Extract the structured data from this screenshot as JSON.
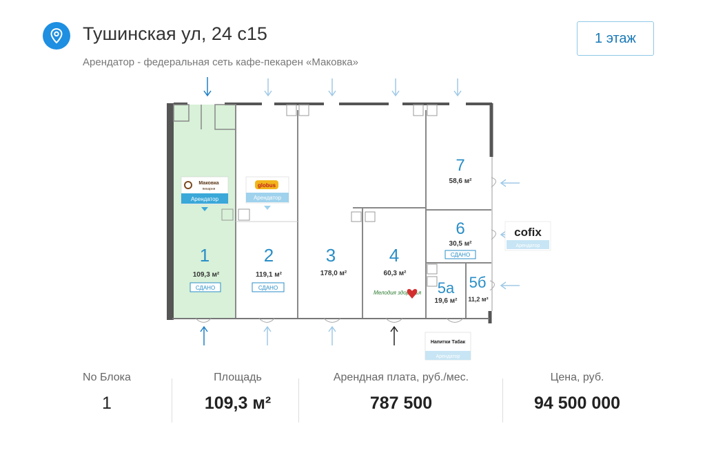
{
  "header": {
    "address": "Тушинская ул, 24 с15",
    "tenant_note": "Арендатор - федеральная сеть кафе-пекарен «Маковка»",
    "floor_button": "1 этаж"
  },
  "plan": {
    "blocks": [
      {
        "num": "1",
        "area": "109,3 м²",
        "badge": "СДАНО"
      },
      {
        "num": "2",
        "area": "119,1 м²",
        "badge": "СДАНО"
      },
      {
        "num": "3",
        "area": "178,0 м²",
        "badge": ""
      },
      {
        "num": "4",
        "area": "60,3 м²",
        "badge": ""
      },
      {
        "num": "5а",
        "area": "19,6 м²",
        "badge": ""
      },
      {
        "num": "5б",
        "area": "11,2 м²",
        "badge": ""
      },
      {
        "num": "6",
        "area": "30,5 м²",
        "badge": "СДАНО"
      },
      {
        "num": "7",
        "area": "58,6 м²",
        "badge": ""
      }
    ],
    "tenant_labels": {
      "makovka": "Маковка",
      "makovka_sub": "пекарня",
      "block2_brand": "globus",
      "cofix": "cofix",
      "napitki": "Напитки Табак",
      "melodiya": "Мелодия здоровья",
      "arendator": "Арендатор"
    },
    "highlight_color": "#d8f1d8",
    "accent_color": "#3aa8d8"
  },
  "stats": [
    {
      "label": "No Блока",
      "value": "1"
    },
    {
      "label": "Площадь",
      "value": "109,3 м²"
    },
    {
      "label": "Арендная плата, руб./мес.",
      "value": "787 500"
    },
    {
      "label": "Цена, руб.",
      "value": "94 500 000"
    }
  ],
  "icons": {
    "pin": "location-pin-icon"
  }
}
